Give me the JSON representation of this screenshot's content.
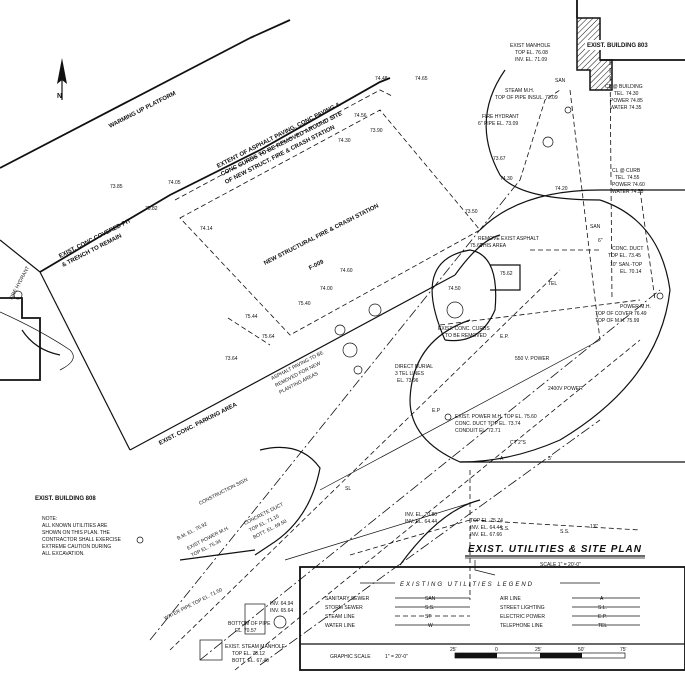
{
  "plan_title": "EXIST. UTILITIES & SITE PLAN",
  "scale_text": "SCALE 1\" = 20'-0\"",
  "labels": {
    "warm_up": "WARMING UP PLATFORM",
    "exist_bldg_803": "EXIST. BUILDING 803",
    "exist_bldg_808": "EXIST. BUILDING 808",
    "new_station": "NEW STRUCTURAL FIRE & CRASH STATION",
    "station_no": "F-009",
    "conc_pit_1": "EXIST. CONC COVERED PIT",
    "conc_pit_2": "& TRENCH TO REMAIN",
    "fire_hydrant_left": "FIRE HYDRANT",
    "extent_1": "EXTENT OF ASPHALT PAVING, CONC PAVING &",
    "extent_2": "CONC CURBS TO BE REMOVED AROUND SITE",
    "extent_3": "OF NEW STRUCT. FIRE & CRASH STATION",
    "manhole_1": "EXIST MANHOLE",
    "manhole_2": "TOP EL. 76.08",
    "manhole_3": "INV. EL. 71.09",
    "san_tag": "SAN",
    "steam_mh_1": "STEAM M.H.",
    "steam_mh_2": "TOP OF PIPE INSUL. 73.09",
    "fire_hyd_1": "FIRE HYDRANT",
    "fire_hyd_2": "6\" PIPE EL. 73.09",
    "cl_bldg_1": "CL @ BUILDING",
    "cl_bldg_2": "TEL. 74.30",
    "cl_bldg_3": "POWER 74.85",
    "cl_bldg_4": "WATER 74.35",
    "cl_curb_1": "CL @ CURB",
    "cl_curb_2": "TEL. 74.55",
    "cl_curb_3": "POWER 74.60",
    "cl_curb_4": "WATER 74.55",
    "remove_asphalt_1": "REMOVE EXIST ASPHALT",
    "remove_asphalt_2": "THIS AREA",
    "conc_duct_1": "CONC. DUCT",
    "conc_duct_2": "TOP EL. 73.45",
    "sam_top_1": "10\" SAN.-TOP",
    "sam_top_2": "EL. 70.14",
    "power_mh_1": "POWER M.H.",
    "power_mh_2": "TOP OF COVER 76.49",
    "power_mh_3": "TOP OF M.H. 75.99",
    "curbs_removed_1": "EXIST. CONC. CURBS",
    "curbs_removed_2": "TO BE REMOVED",
    "power_550": "550 V. POWER",
    "power_2400": "2400V POWER",
    "direct_burial_1": "DIRECT BURIAL",
    "direct_burial_2": "3 TEL LINES",
    "direct_burial_3": "EL. 73.96",
    "power_mh_b_1": "EXIST. POWER M.H. TOP EL. 75.60",
    "power_mh_b_2": "CONC. DUCT TOP EL. 73.74",
    "power_mh_b_3": "CONDUIT EL. 72.71",
    "asphalt_1": "ASPHALT PAVING TO BE",
    "asphalt_2": "REMOVED FOR NEW",
    "asphalt_3": "PLANTING AREAS",
    "conc_parking": "EXIST. CONC. PARKING AREA",
    "construction_sign": "CONSTRUCTION SIGN",
    "bm_1": "B.M. EL. 75.92",
    "exist_power_mh_1": "EXIST POWER M.H.",
    "exist_power_mh_2": "TOP EL. 75.34",
    "concrete_duct_1": "CONCRETE DUCT",
    "concrete_duct_2": "TOP EL. 71.15",
    "concrete_duct_3": "BOTT. EL. 69.50",
    "note_1": "NOTE:",
    "note_2": "ALL KNOWN UTILITIES ARE",
    "note_3": "SHOWN ON THIS PLAN. THE",
    "note_4": "CONTRACTOR SHALL EXERCISE",
    "note_5": "EXTREME CAUTION DURING",
    "note_6": "ALL EXCAVATION.",
    "inv_1": "INV. EL. 70.80",
    "inv_2": "INV. EL. 64.44",
    "top_1": "TOP EL. 75.74",
    "top_2": "INV. EL. 64.44",
    "top_3": "INV. EL. 67.66",
    "inv_3": "INV. 64.94",
    "inv_4": "INV. 65.64",
    "water_pipe": "WATER PIPE TOP EL. 71.50",
    "bottom_pipe_1": "BOTTOM OF PIPE",
    "bottom_pipe_2": "EL. 70.57",
    "steam_mh_b_1": "EXIST. STEAM MANHOLE",
    "steam_mh_b_2": "TOP EL. 75.12",
    "steam_mh_b_3": "BOTT. EL. 67.40",
    "ct_2": "CT 2\"S",
    "dim_3": "3'",
    "dim_6": "6\"",
    "dim_16": "1'6\"",
    "san_side": "SAN"
  },
  "elevations": [
    "74.48",
    "74.65",
    "74.56",
    "73.90",
    "73.50",
    "73.85",
    "74.05",
    "73.67",
    "74.30",
    "74.20",
    "75.60",
    "75.62",
    "74.50",
    "74.60",
    "75.44",
    "75.82",
    "74.00",
    "75.64",
    "75.40",
    "73.64",
    "74.14",
    "74.30"
  ],
  "legend": {
    "title": "EXISTING UTILITIES LEGEND",
    "left": [
      {
        "name": "SANITARY SEWER",
        "code": "SAN"
      },
      {
        "name": "STORM SEWER",
        "code": "S.S."
      },
      {
        "name": "STEAM LINE",
        "code": "ST"
      },
      {
        "name": "WATER LINE",
        "code": "W"
      }
    ],
    "right": [
      {
        "name": "AIR LINE",
        "code": "A"
      },
      {
        "name": "STREET LIGHTING",
        "code": "S.L."
      },
      {
        "name": "ELECTRIC POWER",
        "code": "E.P."
      },
      {
        "name": "TELEPHONE LINE",
        "code": "TEL"
      }
    ],
    "graphic_scale_label": "GRAPHIC SCALE",
    "graphic_scale_value": "1\" = 20'-0\"",
    "ticks": [
      "25'",
      "0",
      "25'",
      "50'",
      "75'"
    ]
  },
  "line_codes": {
    "sl": "SL",
    "ep": "E.P.",
    "tel": "TEL",
    "ss": "S.S.",
    "a": "A",
    "ss2": "S.S.",
    "ep2": "E.P"
  },
  "north_label": "N"
}
